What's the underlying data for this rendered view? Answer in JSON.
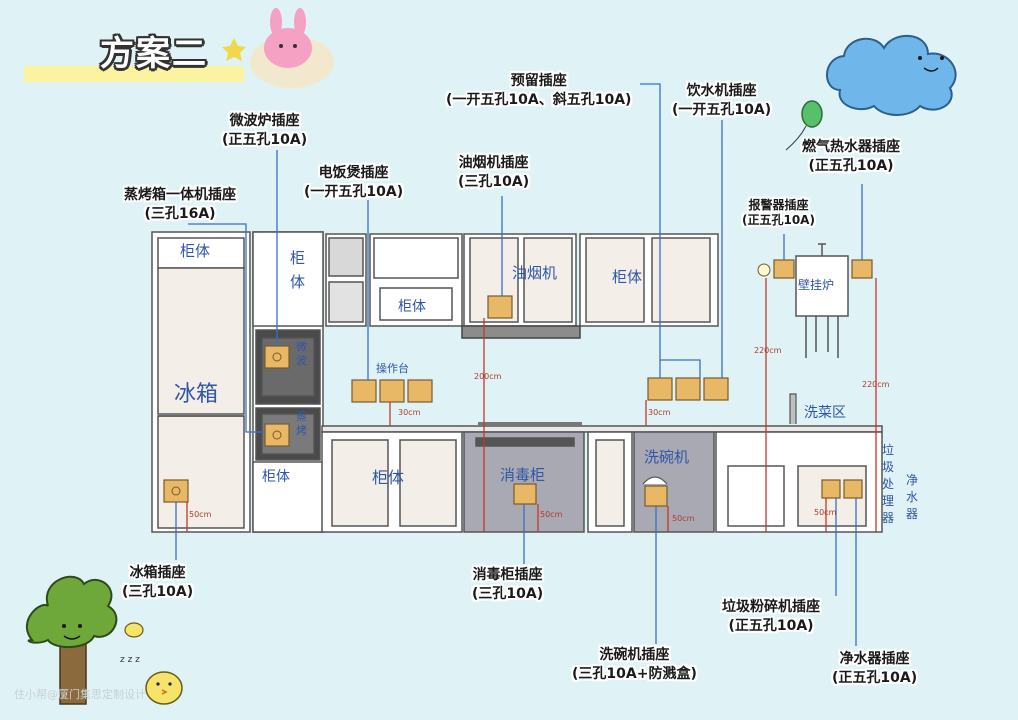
{
  "title": "方案二",
  "watermark": "住小帮@厦门集思定制设计",
  "sockets": {
    "microwave": {
      "name": "微波炉插座",
      "spec": "(正五孔10A)"
    },
    "oven": {
      "name": "蒸烤箱一体机插座",
      "spec": "(三孔16A)"
    },
    "rice_cooker": {
      "name": "电饭煲插座",
      "spec": "(一开五孔10A)"
    },
    "hood": {
      "name": "油烟机插座",
      "spec": "(三孔10A)"
    },
    "reserved": {
      "name": "预留插座",
      "spec": "(一开五孔10A、斜五孔10A)"
    },
    "water_dispenser": {
      "name": "饮水机插座",
      "spec": "(一开五孔10A)"
    },
    "gas_heater": {
      "name": "燃气热水器插座",
      "spec": "(正五孔10A)"
    },
    "alarm": {
      "name": "报警器插座",
      "spec": "(正五孔10A)"
    },
    "fridge": {
      "name": "冰箱插座",
      "spec": "(三孔10A)"
    },
    "sterilizer": {
      "name": "消毒柜插座",
      "spec": "(三孔10A)"
    },
    "dishwasher": {
      "name": "洗碗机插座",
      "spec": "(三孔10A+防溅盒)"
    },
    "disposer": {
      "name": "垃圾粉碎机插座",
      "spec": "(正五孔10A)"
    },
    "purifier": {
      "name": "净水器插座",
      "spec": "(正五孔10A)"
    }
  },
  "handwritten": {
    "cabinet": "柜体",
    "fridge": "冰箱",
    "hood": "油烟机",
    "counter": "操作台",
    "heater": "壁挂炉",
    "sink": "洗菜区",
    "sterilizer": "消毒柜",
    "dishwasher": "洗碗机",
    "disposer_v": "垃圾处理器",
    "purifier_v": "净水器",
    "oven_v": "蒸烤",
    "micro_v": "微波"
  },
  "measures": {
    "m30": "30cm",
    "m50": "50cm",
    "m200": "200cm",
    "m220": "220cm"
  },
  "colors": {
    "background": "#dff3f6",
    "socket": "#e8b866",
    "measure_line": "#c0392b",
    "leader_line": "#3b6fc4",
    "gray_panel": "#a9a9b3"
  }
}
